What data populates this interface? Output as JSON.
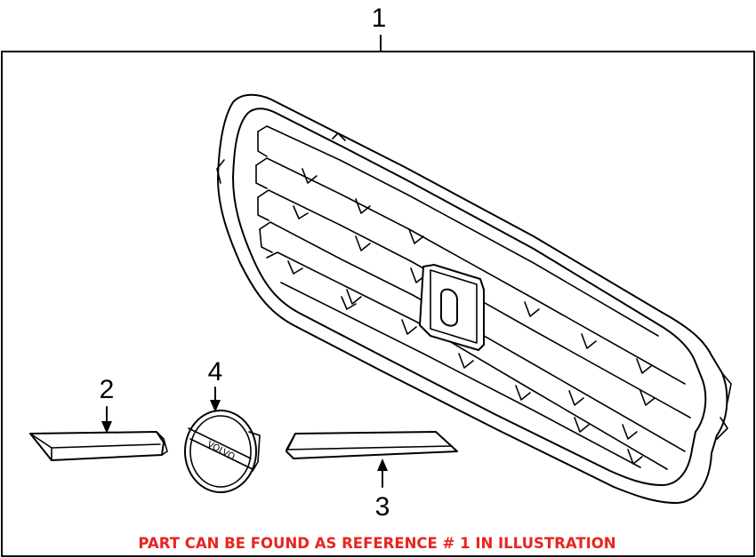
{
  "diagram": {
    "callouts": [
      {
        "id": "1",
        "label": "1"
      },
      {
        "id": "2",
        "label": "2"
      },
      {
        "id": "3",
        "label": "3"
      },
      {
        "id": "4",
        "label": "4"
      }
    ],
    "emblem_text": "VOLVO",
    "footer_note": "PART CAN BE FOUND AS REFERENCE # 1 IN ILLUSTRATION",
    "colors": {
      "line": "#000000",
      "background": "#ffffff",
      "note": "#e8251f"
    }
  }
}
